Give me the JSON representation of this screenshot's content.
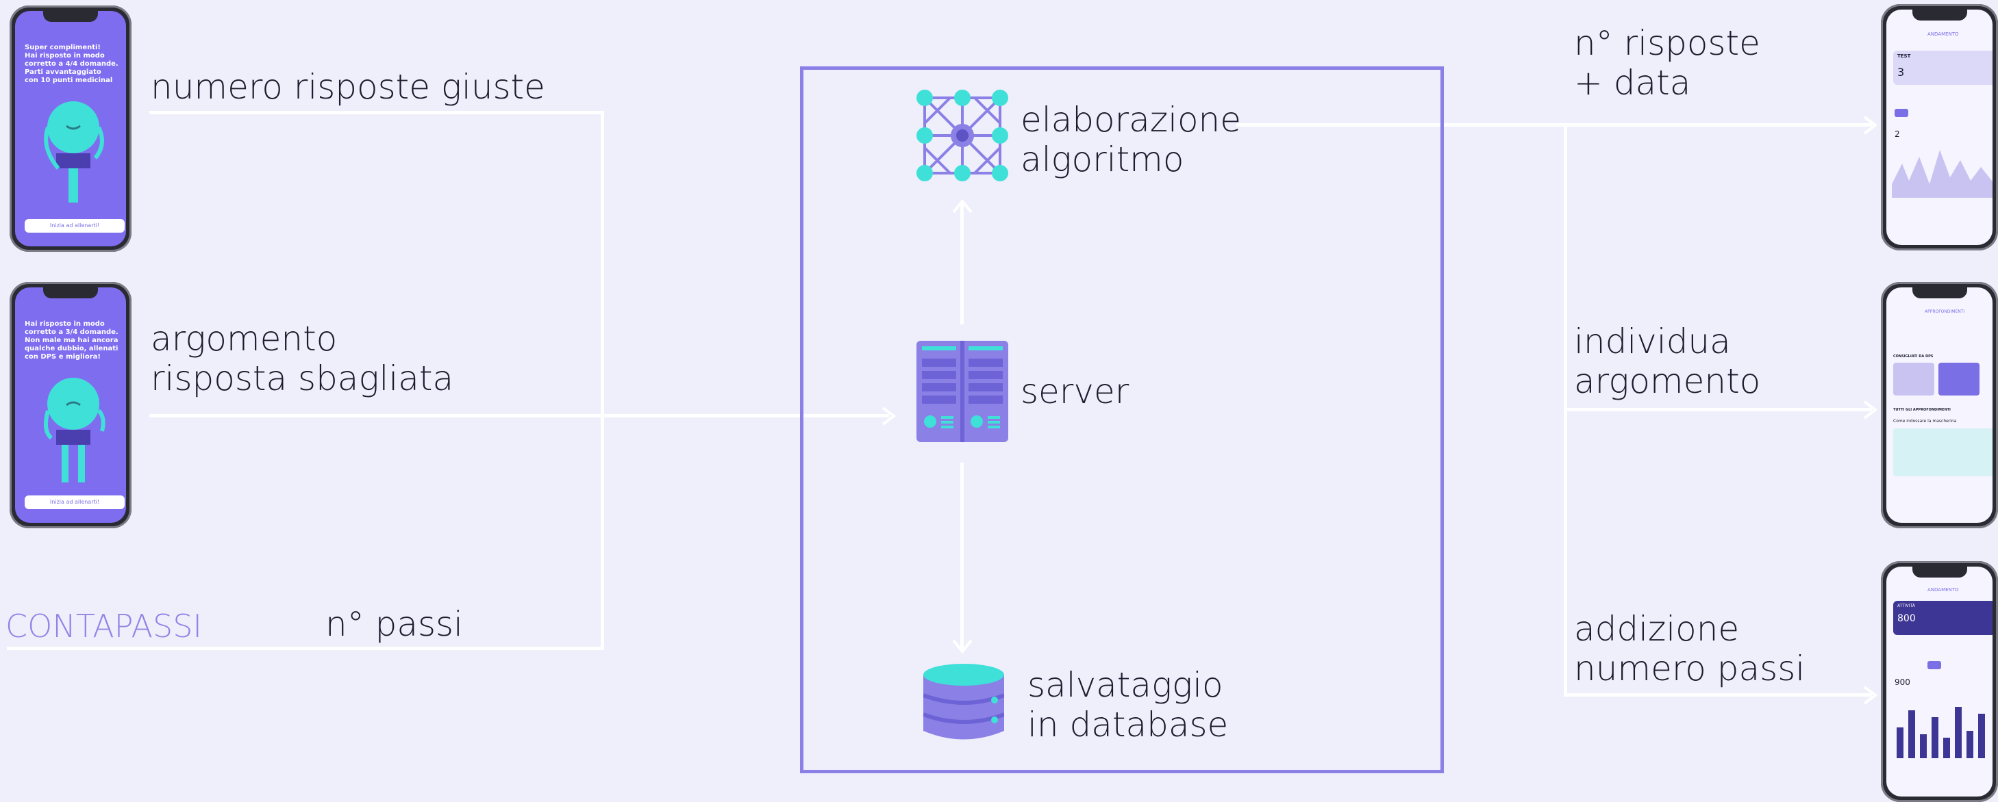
{
  "left_labels": {
    "correct_answers": "numero risposte giuste",
    "wrong_topic": "argomento\nrisposta sbagliata",
    "step_counter": "CONTAPASSI",
    "steps": "n° passi"
  },
  "center": {
    "algorithm": "elaborazione\nalgoritmo",
    "server": "server",
    "database": "salvataggio\nin database"
  },
  "right_labels": {
    "answers_date": "n° risposte\n+ data",
    "find_topic": "individua\nargomento",
    "add_steps": "addizione\nnumero passi"
  },
  "left_phones": [
    {
      "message": "Super complimenti!\nHai risposto in modo\ncorretto a 4/4 domande.\nParti avvantaggiato\ncon 10 punti medicinal",
      "button": "Inizia ad allenarti!"
    },
    {
      "message": "Hai risposto in modo\ncorretto a 3/4 domande.\nNon male ma hai ancora\nqualche dubbio, allenati\ncon DPS e migliora!",
      "button": "Inizia ad allenarti!"
    }
  ],
  "right_phones": [
    {
      "header": "ANDAMENTO",
      "card_title": "TEST",
      "big_value": "3",
      "sub_value": "2"
    },
    {
      "header": "APPROFONDIMENTI",
      "section1": "CONSIGLIATI DA DPS",
      "section2": "TUTTI GLI APPROFONDIMENTI",
      "article": "Come indossare la mascherina"
    },
    {
      "header": "ANDAMENTO",
      "card_title": "ATTIVITÀ",
      "big_value": "800",
      "sub_value": "900"
    }
  ],
  "colors": {
    "accent": "#8a80e6",
    "cyan": "#3fe0d8",
    "screen_purple": "#7f6df0",
    "wire": "#ffffff"
  }
}
